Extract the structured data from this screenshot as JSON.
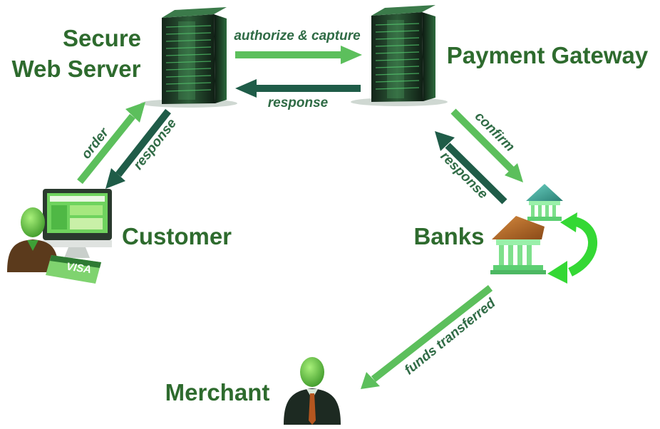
{
  "nodes": {
    "web_server": {
      "line1": "Secure",
      "line2": "Web Server"
    },
    "gateway": {
      "label": "Payment Gateway"
    },
    "customer": {
      "label": "Customer"
    },
    "banks": {
      "label": "Banks"
    },
    "merchant": {
      "label": "Merchant"
    }
  },
  "edges": {
    "authorize_capture": "authorize & capture",
    "gateway_response": "response",
    "order": "order",
    "server_response": "response",
    "confirm": "confirm",
    "bank_response": "response",
    "funds_transferred": "funds transferred"
  },
  "card": {
    "brand": "VISA"
  },
  "colors": {
    "arrow_light": "#5cbf5c",
    "arrow_dark": "#1f5c48",
    "label": "#2e6b2e",
    "server_dark": "#1e2f23",
    "server_light": "#3fa15a",
    "bank_roof": "#b0652a",
    "bank_body": "#7ee08c",
    "cycle_arrow": "#34d834"
  }
}
